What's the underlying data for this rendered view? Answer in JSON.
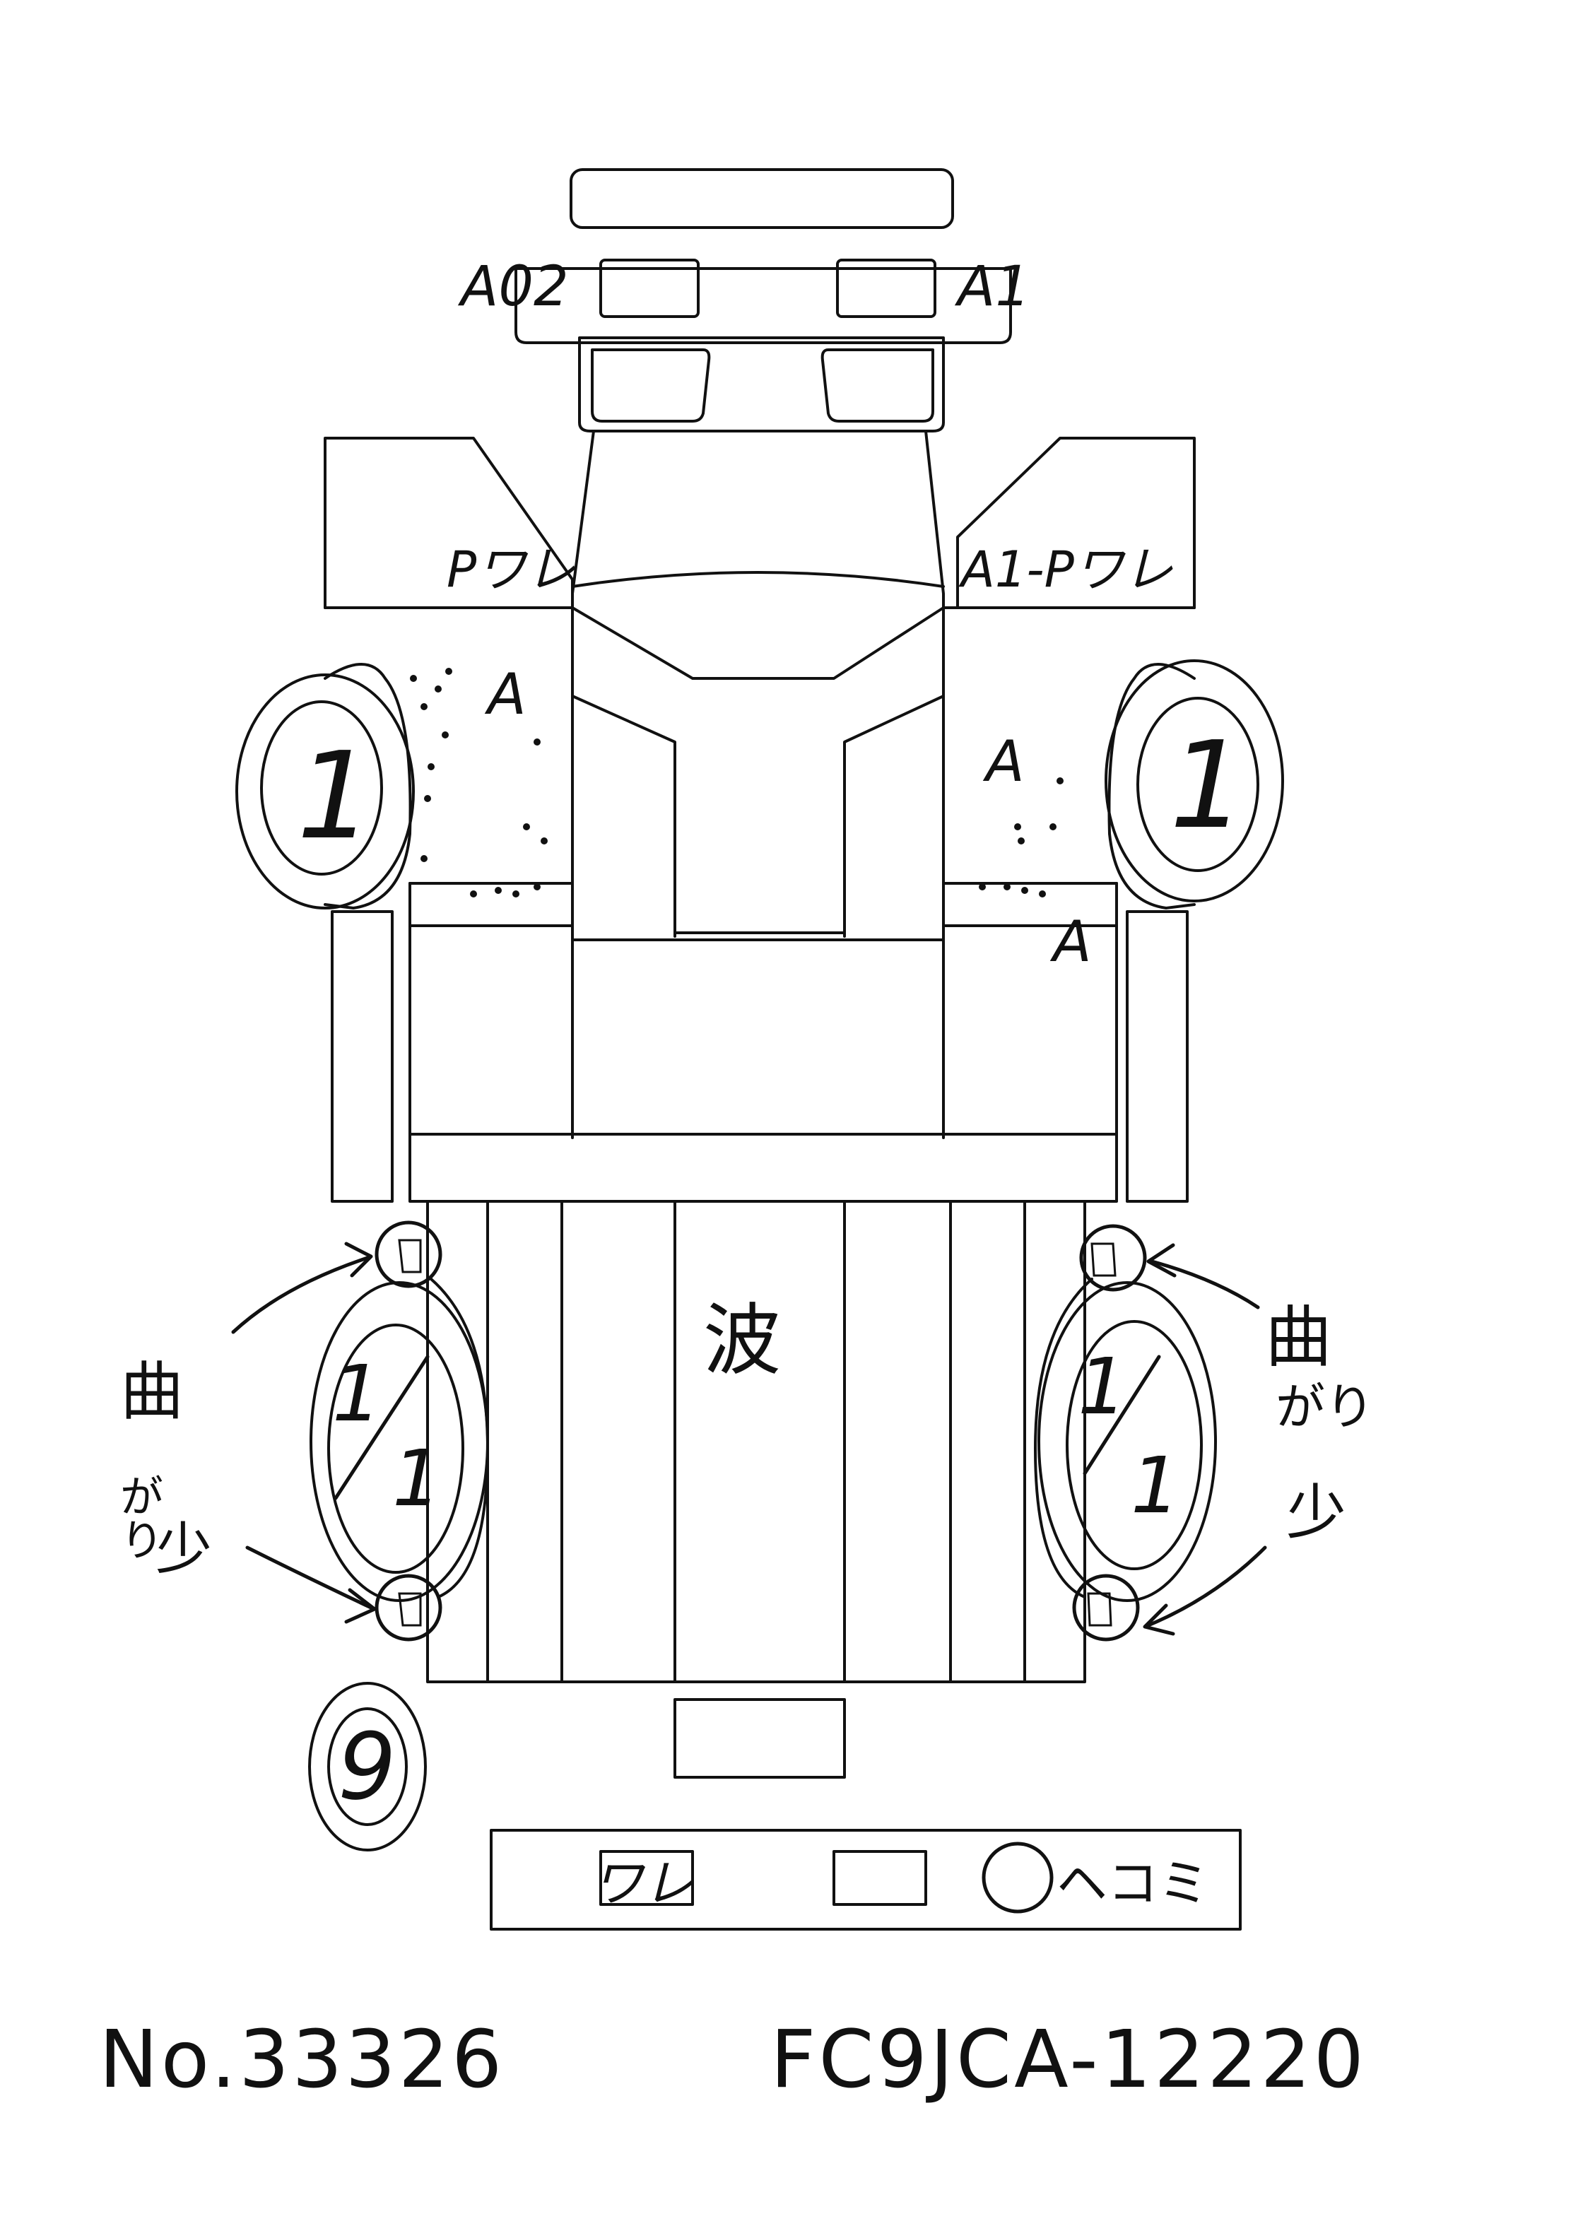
{
  "annotations": {
    "front_bumper_left": "A02",
    "front_bumper_right": "A1",
    "left_door_top": "Pワレ",
    "right_door_top": "A1-Pワレ",
    "left_side_mark": "A",
    "right_side_mark_1": "A",
    "right_side_mark_2": "A",
    "bed_center": "波",
    "left_bent_label_1": "曲",
    "left_bent_label_2": "がり",
    "left_bent_label_3": "少",
    "right_bent_label_1": "曲",
    "right_bent_label_2": "がり",
    "right_bent_label_3": "少",
    "rear_bumper_left": "ワレ",
    "rear_bumper_right": "ヘコミ"
  },
  "tires": {
    "front_left": "1",
    "front_right": "1",
    "rear_left_num": "1",
    "rear_left_den": "1",
    "rear_right_num": "1",
    "rear_right_den": "1",
    "spare": "9"
  },
  "footer": {
    "number": "No.33326",
    "model": "FC9JCA-12220"
  }
}
